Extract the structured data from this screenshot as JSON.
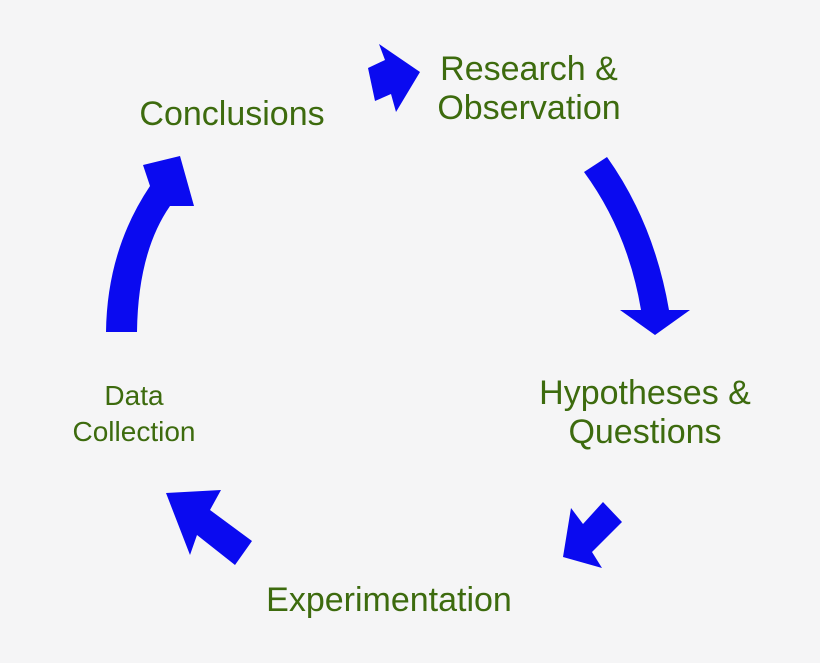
{
  "diagram": {
    "arrow_color": "#0a0af0",
    "text_color": "#3d6b0e",
    "stages": [
      {
        "id": "research",
        "lines": [
          "Research &",
          "Observation"
        ]
      },
      {
        "id": "hypotheses",
        "lines": [
          "Hypotheses &",
          "Questions"
        ]
      },
      {
        "id": "experimentation",
        "lines": [
          "Experimentation"
        ]
      },
      {
        "id": "data",
        "lines": [
          "Data",
          "Collection"
        ]
      },
      {
        "id": "conclusions",
        "lines": [
          "Conclusions"
        ]
      }
    ]
  }
}
